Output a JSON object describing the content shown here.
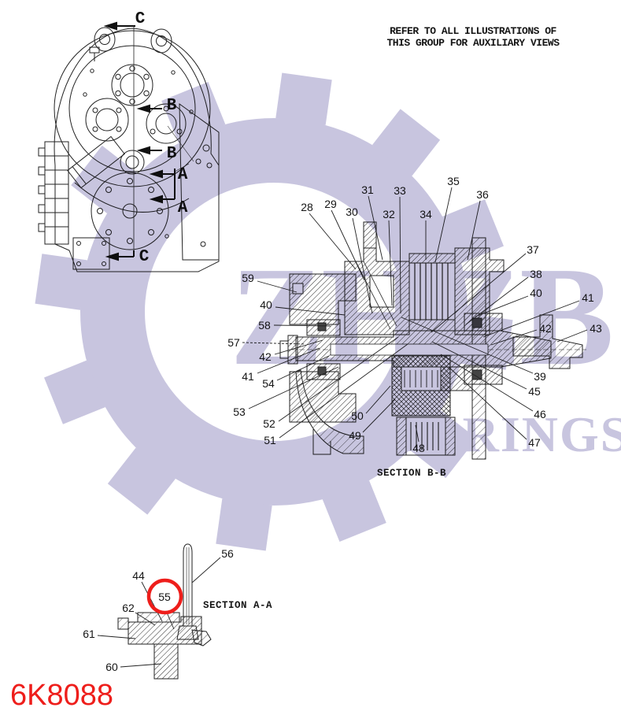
{
  "header": {
    "line1": "REFER TO ALL ILLUSTRATIONS OF",
    "line2": "THIS GROUP FOR AUXILIARY VIEWS"
  },
  "part_number": "6K8088",
  "watermark": {
    "brand": "ZHZB",
    "brand_sub": "BEARINGS",
    "color": "#c8c5df"
  },
  "colors": {
    "line": "#222222",
    "red": "#ee1e1b",
    "watermark": "#c8c5df"
  },
  "housing_view": {
    "markers": {
      "c_top": "C",
      "b_upper": "B",
      "b_lower": "B",
      "a_upper": "A",
      "a_lower": "A",
      "c_bottom": "C"
    }
  },
  "section_bb": {
    "caption": "SECTION B-B",
    "labels": [
      "28",
      "29",
      "30",
      "31",
      "32",
      "33",
      "34",
      "35",
      "36",
      "37",
      "38",
      "40",
      "41",
      "42",
      "43",
      "39",
      "45",
      "46",
      "47",
      "48",
      "49",
      "50",
      "51",
      "52",
      "53",
      "54",
      "41",
      "42",
      "57",
      "58",
      "40",
      "59"
    ]
  },
  "section_aa": {
    "caption": "SECTION A-A",
    "labels": [
      "56",
      "44",
      "55",
      "62",
      "61",
      "60"
    ],
    "highlighted_item": "55"
  }
}
